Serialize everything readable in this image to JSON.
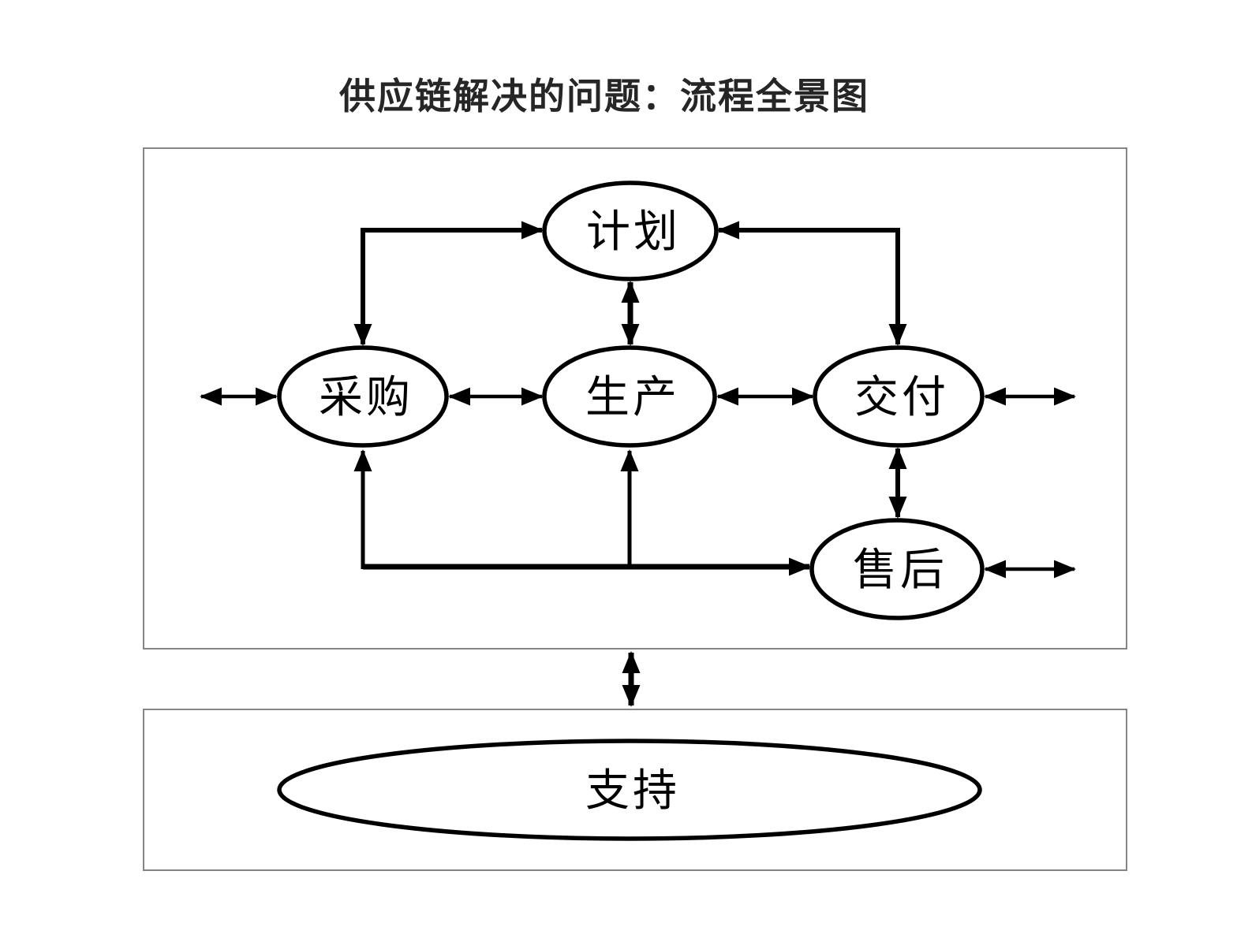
{
  "title": "供应链解决的问题：流程全景图",
  "nodes": {
    "plan": {
      "label": "计划"
    },
    "procurement": {
      "label": "采购"
    },
    "production": {
      "label": "生产"
    },
    "delivery": {
      "label": "交付"
    },
    "after_sales": {
      "label": "售后"
    },
    "support": {
      "label": "支持"
    }
  },
  "edges": [
    {
      "from": "external_left",
      "to": "procurement",
      "direction": "both",
      "route": "straight"
    },
    {
      "from": "procurement",
      "to": "plan",
      "direction": "both",
      "route": "elbow"
    },
    {
      "from": "delivery",
      "to": "plan",
      "direction": "both",
      "route": "elbow"
    },
    {
      "from": "plan",
      "to": "production",
      "direction": "both",
      "route": "straight"
    },
    {
      "from": "procurement",
      "to": "production",
      "direction": "both",
      "route": "straight"
    },
    {
      "from": "production",
      "to": "delivery",
      "direction": "both",
      "route": "straight"
    },
    {
      "from": "delivery",
      "to": "external_right",
      "direction": "both",
      "route": "straight"
    },
    {
      "from": "delivery",
      "to": "after_sales",
      "direction": "both",
      "route": "straight"
    },
    {
      "from": "after_sales",
      "to": "external_right",
      "direction": "both",
      "route": "straight"
    },
    {
      "from": "procurement",
      "to": "after_sales",
      "direction": "both",
      "route": "bottom-bus"
    },
    {
      "from": "bottom_bus",
      "to": "production",
      "direction": "to",
      "route": "bottom-bus"
    },
    {
      "from": "process_panel",
      "to": "support_panel",
      "direction": "both",
      "route": "straight"
    }
  ],
  "colors": {
    "line": "#000000",
    "panel_border": "#858585",
    "node_fill": "#ffffff",
    "background": "#ffffff",
    "title_text": "#262626"
  }
}
